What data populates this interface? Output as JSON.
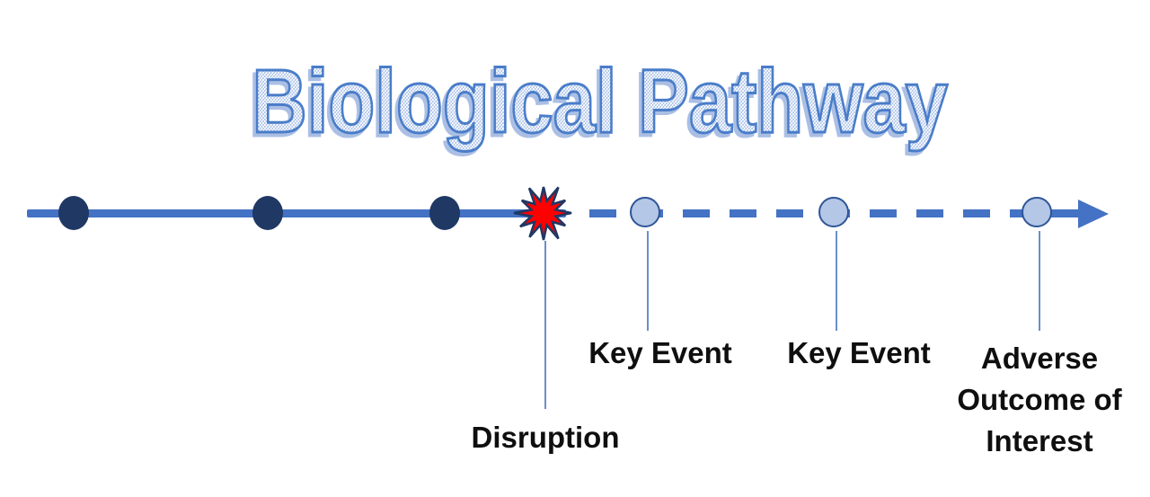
{
  "title": {
    "text": "Biological Pathway"
  },
  "labels": {
    "disruption": "Disruption",
    "key_event_1": "Key Event",
    "key_event_2": "Key Event",
    "adverse_outcome": "Adverse Outcome of Interest"
  },
  "diagram": {
    "type": "timeline-pathway",
    "direction": "left-to-right",
    "segments": [
      {
        "style": "solid",
        "nodes": [
          {
            "shape": "dark-ellipse",
            "label": ""
          },
          {
            "shape": "dark-ellipse",
            "label": ""
          },
          {
            "shape": "dark-ellipse",
            "label": ""
          }
        ]
      },
      {
        "style": "starburst-marker",
        "nodes": [
          {
            "shape": "red-starburst",
            "label": "Disruption"
          }
        ]
      },
      {
        "style": "dashed",
        "nodes": [
          {
            "shape": "light-circle",
            "label": "Key Event"
          },
          {
            "shape": "light-circle",
            "label": "Key Event"
          },
          {
            "shape": "light-circle",
            "label": "Adverse Outcome of Interest"
          }
        ]
      }
    ],
    "terminator": "arrowhead-right"
  },
  "colors": {
    "line_blue": "#4472C4",
    "dark_node": "#1F3864",
    "light_node_fill": "#B4C7E7",
    "light_node_border": "#2F5597",
    "burst_fill": "#FF0000",
    "burst_border": "#1F3864",
    "callout_line": "#6B8EC9",
    "label_text": "#0F0F0F",
    "title_pattern_fill": "#A3BCE6",
    "title_stroke": "#4A7DC9",
    "background": "#FFFFFF"
  }
}
